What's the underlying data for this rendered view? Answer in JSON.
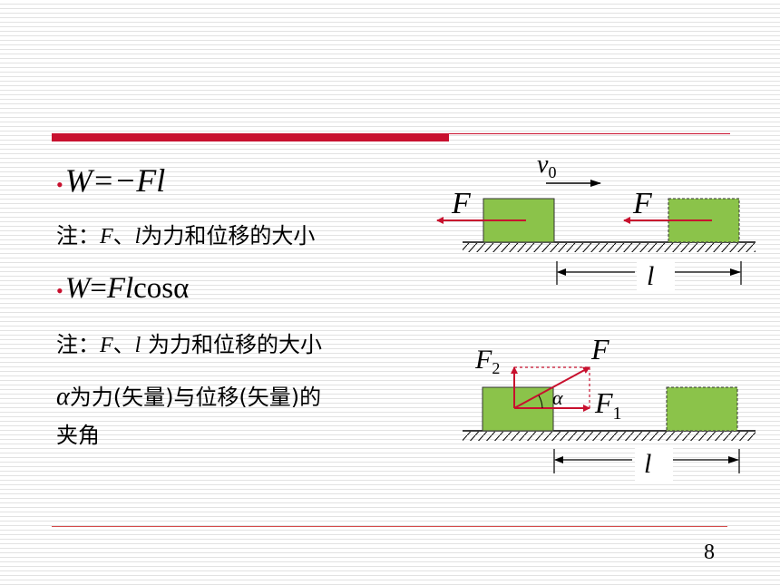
{
  "formula1": {
    "bullet": "•",
    "text": "W=−Fl"
  },
  "note1": {
    "prefix": "注：",
    "f": "F",
    "sep": "、",
    "l": "l",
    "suffix": "为力和位移的大小"
  },
  "formula2": {
    "bullet": "•",
    "w": "W",
    "eq": "=",
    "fl": "Fl",
    "cos": "cosα"
  },
  "note2": {
    "prefix": "注：",
    "f": "F",
    "sep": "、",
    "l": "l",
    "suffix": " 为力和位移的大小"
  },
  "note3": {
    "alpha": "α",
    "line1_rest": "为力(矢量)与位移(矢量)的",
    "line2": "夹角"
  },
  "figure1": {
    "v0": "v",
    "v0_sub": "0",
    "force_left": "F",
    "force_right": "F",
    "disp": "l"
  },
  "figure2": {
    "f2": "F",
    "f2_sub": "2",
    "f": "F",
    "f1": "F",
    "f1_sub": "1",
    "alpha": "α",
    "disp": "l"
  },
  "page_number": "8",
  "colors": {
    "accent": "#c8102e",
    "block": "#8bc34a",
    "arrow": "#c8102e"
  }
}
